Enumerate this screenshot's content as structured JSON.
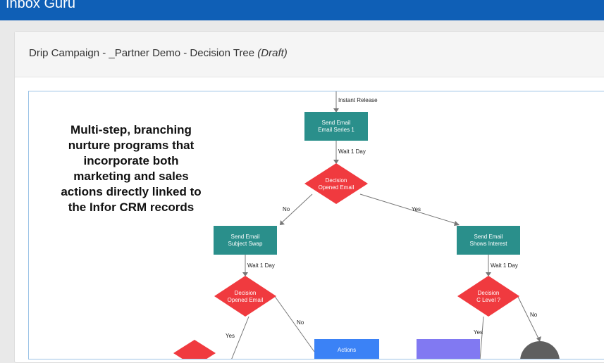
{
  "app": {
    "title": "Inbox Guru"
  },
  "page": {
    "title": "Drip Campaign - _Partner Demo - Decision Tree",
    "status": "(Draft)"
  },
  "callout": "Multi-step, branching nurture programs that incorporate both marketing and sales actions directly linked to the Infor CRM records",
  "tree": {
    "start_label": "Instant Release",
    "nodes": {
      "email1": [
        "Send Email",
        "Email Series 1"
      ],
      "decision1": [
        "Decision",
        "Opened Email"
      ],
      "email_swap": [
        "Send Email",
        "Subject Swap"
      ],
      "email_interest": [
        "Send Email",
        "Shows Interest"
      ],
      "decision2": [
        "Decision",
        "Opened Email"
      ],
      "decision3": [
        "Decision",
        "C Level ?"
      ],
      "actions": [
        "Actions"
      ]
    },
    "edges": {
      "wait1": "Wait 1 Day",
      "no1": "No",
      "yes1": "Yes",
      "wait2": "Wait 1 Day",
      "wait3": "Wait 1 Day",
      "yes2": "Yes",
      "no2": "No",
      "yes3": "Yes",
      "no3": "No"
    }
  },
  "colors": {
    "header_blue": "#0f5fb6",
    "email_node": "#2a8f8b",
    "decision_node": "#f03a3f",
    "actions_node": "#3b82f6",
    "purple_node": "#8179f2",
    "gray_node": "#5f5f5f"
  }
}
